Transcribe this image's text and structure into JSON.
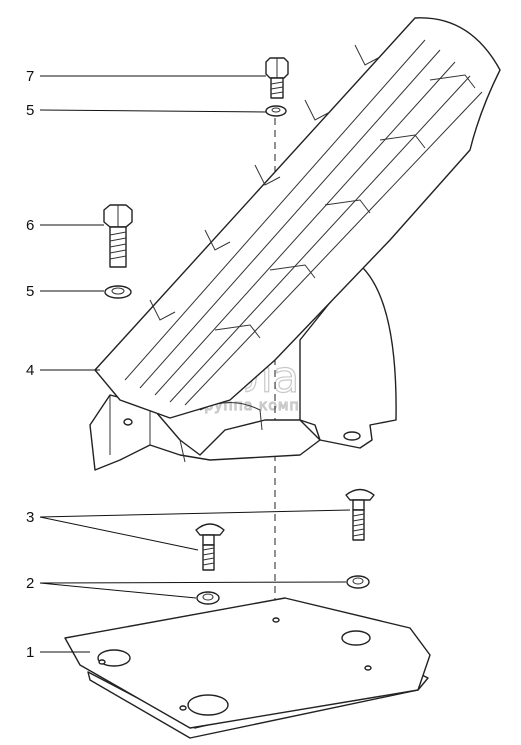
{
  "diagram": {
    "callouts": [
      {
        "id": "c7",
        "label": "7"
      },
      {
        "id": "c5a",
        "label": "5"
      },
      {
        "id": "c6",
        "label": "6"
      },
      {
        "id": "c5b",
        "label": "5"
      },
      {
        "id": "c4",
        "label": "4"
      },
      {
        "id": "c3",
        "label": "3"
      },
      {
        "id": "c2",
        "label": "2"
      },
      {
        "id": "c1",
        "label": "1"
      }
    ],
    "watermark": {
      "main": "белагро",
      "sub": "группа компаний"
    },
    "colors": {
      "line": "#222222",
      "watermark": "#c9c9c9"
    }
  }
}
